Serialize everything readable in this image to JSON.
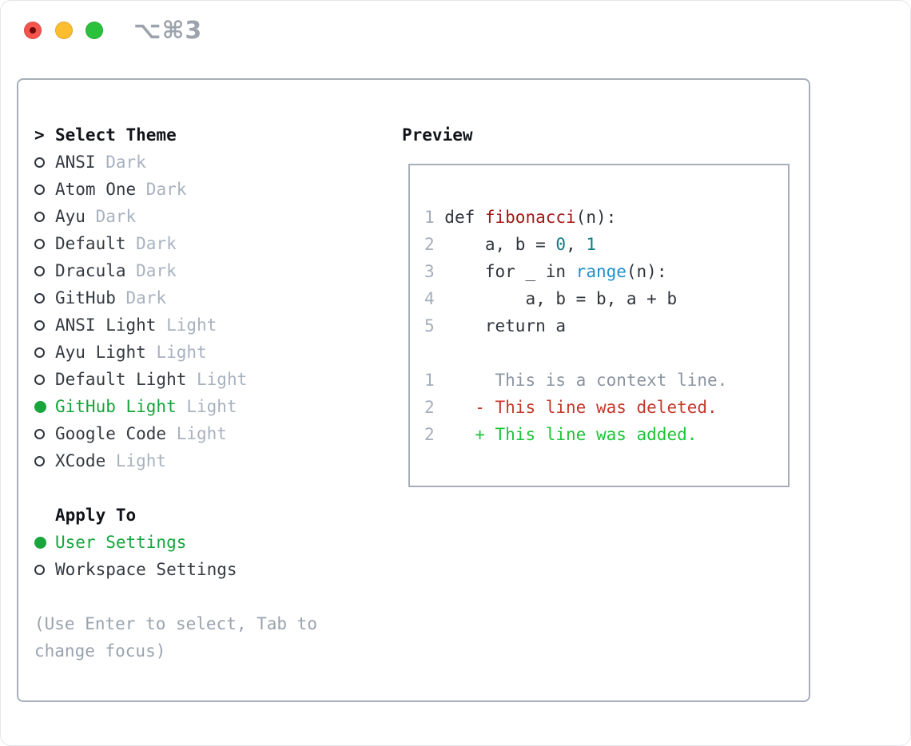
{
  "window": {
    "title": "⌥⌘3",
    "traffic_lights": [
      "close",
      "minimize",
      "zoom"
    ]
  },
  "theme_panel": {
    "header": {
      "prompt": ">",
      "label": "Select Theme"
    },
    "themes": [
      {
        "name": "ANSI",
        "variant": "Dark",
        "selected": false
      },
      {
        "name": "Atom One",
        "variant": "Dark",
        "selected": false
      },
      {
        "name": "Ayu",
        "variant": "Dark",
        "selected": false
      },
      {
        "name": "Default",
        "variant": "Dark",
        "selected": false
      },
      {
        "name": "Dracula",
        "variant": "Dark",
        "selected": false
      },
      {
        "name": "GitHub",
        "variant": "Dark",
        "selected": false
      },
      {
        "name": "ANSI Light",
        "variant": "Light",
        "selected": false
      },
      {
        "name": "Ayu Light",
        "variant": "Light",
        "selected": false
      },
      {
        "name": "Default Light",
        "variant": "Light",
        "selected": false
      },
      {
        "name": "GitHub Light",
        "variant": "Light",
        "selected": true
      },
      {
        "name": "Google Code",
        "variant": "Light",
        "selected": false
      },
      {
        "name": "XCode",
        "variant": "Light",
        "selected": false
      }
    ],
    "apply_to": {
      "label": "Apply To",
      "options": [
        {
          "name": "User Settings",
          "selected": true
        },
        {
          "name": "Workspace Settings",
          "selected": false
        }
      ]
    },
    "hint_line1": "(Use Enter to select, Tab to",
    "hint_line2": "change focus)"
  },
  "preview": {
    "label": "Preview",
    "lines": [
      [
        [
          "1 ",
          "g"
        ],
        [
          "def ",
          "p"
        ],
        [
          "fibonacci",
          "fn"
        ],
        [
          "(n):",
          "p"
        ]
      ],
      [
        [
          "2 ",
          "g"
        ],
        [
          "    a, b = ",
          "p"
        ],
        [
          "0",
          "num"
        ],
        [
          ", ",
          "p"
        ],
        [
          "1",
          "num"
        ]
      ],
      [
        [
          "3 ",
          "g"
        ],
        [
          "    for _ in ",
          "p"
        ],
        [
          "range",
          "bi"
        ],
        [
          "(n):",
          "p"
        ]
      ],
      [
        [
          "4 ",
          "g"
        ],
        [
          "        a, b = b, a + b",
          "p"
        ]
      ],
      [
        [
          "5 ",
          "g"
        ],
        [
          "    return a",
          "p"
        ]
      ],
      [],
      [
        [
          "1 ",
          "g"
        ],
        [
          "     This is a context line.",
          "ctx"
        ]
      ],
      [
        [
          "2 ",
          "g"
        ],
        [
          "   - This line was deleted.",
          "del"
        ]
      ],
      [
        [
          "2 ",
          "g"
        ],
        [
          "   + This line was added.",
          "add"
        ]
      ]
    ]
  },
  "colors": {
    "selection_green": "#17a53c",
    "diff_added_green": "#1ec437",
    "diff_deleted_red": "#c5382c",
    "context_gray": "#8a949f",
    "function_red": "#a31717",
    "number_teal": "#0f7b82",
    "builtin_blue": "#1f8fcd",
    "muted_gray": "#a8b2bf",
    "panel_border": "#a6afb9",
    "traffic_red": "#f4544d",
    "traffic_yellow": "#fcbd2f",
    "traffic_green": "#2ac13c"
  }
}
